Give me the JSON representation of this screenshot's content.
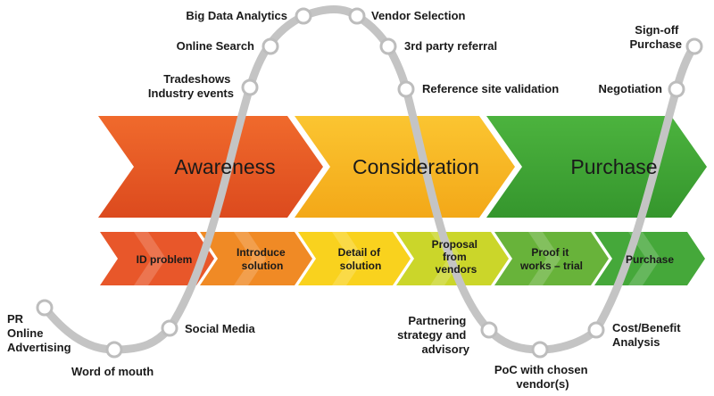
{
  "stages": [
    {
      "label": "Awareness",
      "color": "#e85a24"
    },
    {
      "label": "Consideration",
      "color": "#f7b51c"
    },
    {
      "label": "Purchase",
      "color": "#3fa535"
    }
  ],
  "steps": [
    {
      "lines": [
        "ID problem"
      ],
      "color": "#e8572a"
    },
    {
      "lines": [
        "Introduce",
        "solution"
      ],
      "color": "#f08a25"
    },
    {
      "lines": [
        "Detail of",
        "solution"
      ],
      "color": "#f9d21e"
    },
    {
      "lines": [
        "Proposal",
        "from",
        "vendors"
      ],
      "color": "#cbd62a"
    },
    {
      "lines": [
        "Proof it",
        "works – trial"
      ],
      "color": "#68b33a"
    },
    {
      "lines": [
        "Purchase"
      ],
      "color": "#45a83a"
    }
  ],
  "touchpoints": [
    {
      "lines": [
        "PR",
        "Online",
        "Advertising"
      ]
    },
    {
      "lines": [
        "Word of mouth"
      ]
    },
    {
      "lines": [
        "Social Media"
      ]
    },
    {
      "lines": [
        "Tradeshows",
        "Industry events"
      ]
    },
    {
      "lines": [
        "Online Search"
      ]
    },
    {
      "lines": [
        "Big Data Analytics"
      ]
    },
    {
      "lines": [
        "Vendor Selection"
      ]
    },
    {
      "lines": [
        "3rd party referral"
      ]
    },
    {
      "lines": [
        "Reference site validation"
      ]
    },
    {
      "lines": [
        "Partnering",
        "strategy and",
        "advisory"
      ]
    },
    {
      "lines": [
        "PoC with chosen",
        "vendor(s)"
      ]
    },
    {
      "lines": [
        "Cost/Benefit",
        "Analysis"
      ]
    },
    {
      "lines": [
        "Negotiation"
      ]
    },
    {
      "lines": [
        "Sign-off",
        "Purchase"
      ]
    }
  ],
  "path_color": "#c4c4c4"
}
